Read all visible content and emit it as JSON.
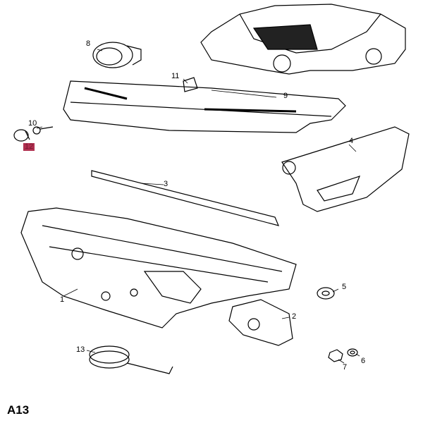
{
  "diagram": {
    "code": "A13",
    "highlight_color": "#b03050",
    "callouts": [
      {
        "id": "1",
        "label": "1"
      },
      {
        "id": "2",
        "label": "2"
      },
      {
        "id": "3",
        "label": "3"
      },
      {
        "id": "4",
        "label": "4"
      },
      {
        "id": "5",
        "label": "5"
      },
      {
        "id": "6",
        "label": "6"
      },
      {
        "id": "7",
        "label": "7"
      },
      {
        "id": "8",
        "label": "8"
      },
      {
        "id": "9",
        "label": "9"
      },
      {
        "id": "10",
        "label": "10"
      },
      {
        "id": "11",
        "label": "11"
      },
      {
        "id": "12",
        "label": "12",
        "highlighted": true
      },
      {
        "id": "13",
        "label": "13"
      }
    ]
  }
}
